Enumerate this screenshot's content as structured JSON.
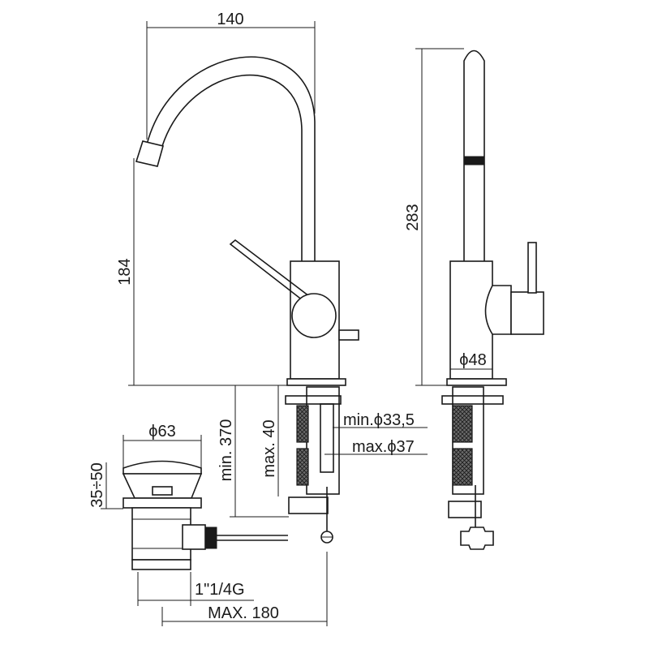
{
  "dimensions": {
    "width_top": "140",
    "spout_height": "184",
    "total_height": "283",
    "body_diameter": "ϕ48",
    "waste_diameter": "ϕ63",
    "hose_min_length": "min. 370",
    "hole_max_depth": "max. 40",
    "hole_min_diameter": "min.ϕ33,5",
    "hole_max_diameter": "max.ϕ37",
    "waste_adjust": "35÷50",
    "thread_size": "1\"1/4G",
    "rod_max_length": "MAX. 180"
  },
  "colors": {
    "line": "#1a1a1a",
    "background": "#ffffff"
  }
}
